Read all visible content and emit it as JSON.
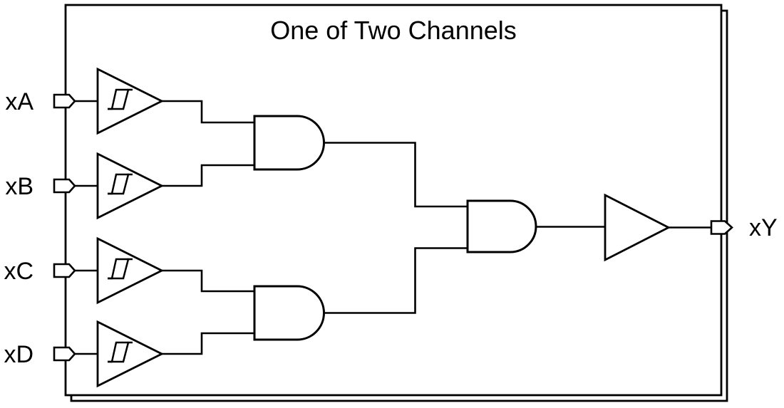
{
  "title": "One of Two Channels",
  "colors": {
    "line": "#000000",
    "background": "#ffffff"
  },
  "inputs": [
    {
      "label": "xA"
    },
    {
      "label": "xB"
    },
    {
      "label": "xC"
    },
    {
      "label": "xD"
    }
  ],
  "output": {
    "label": "xY"
  },
  "components": {
    "channel_boxes": 2,
    "input_buffer_icon": "hysteresis-icon",
    "input_buffer_type": "schmitt-trigger-buffer",
    "and_gates": 3,
    "output_buffer_type": "buffer"
  }
}
